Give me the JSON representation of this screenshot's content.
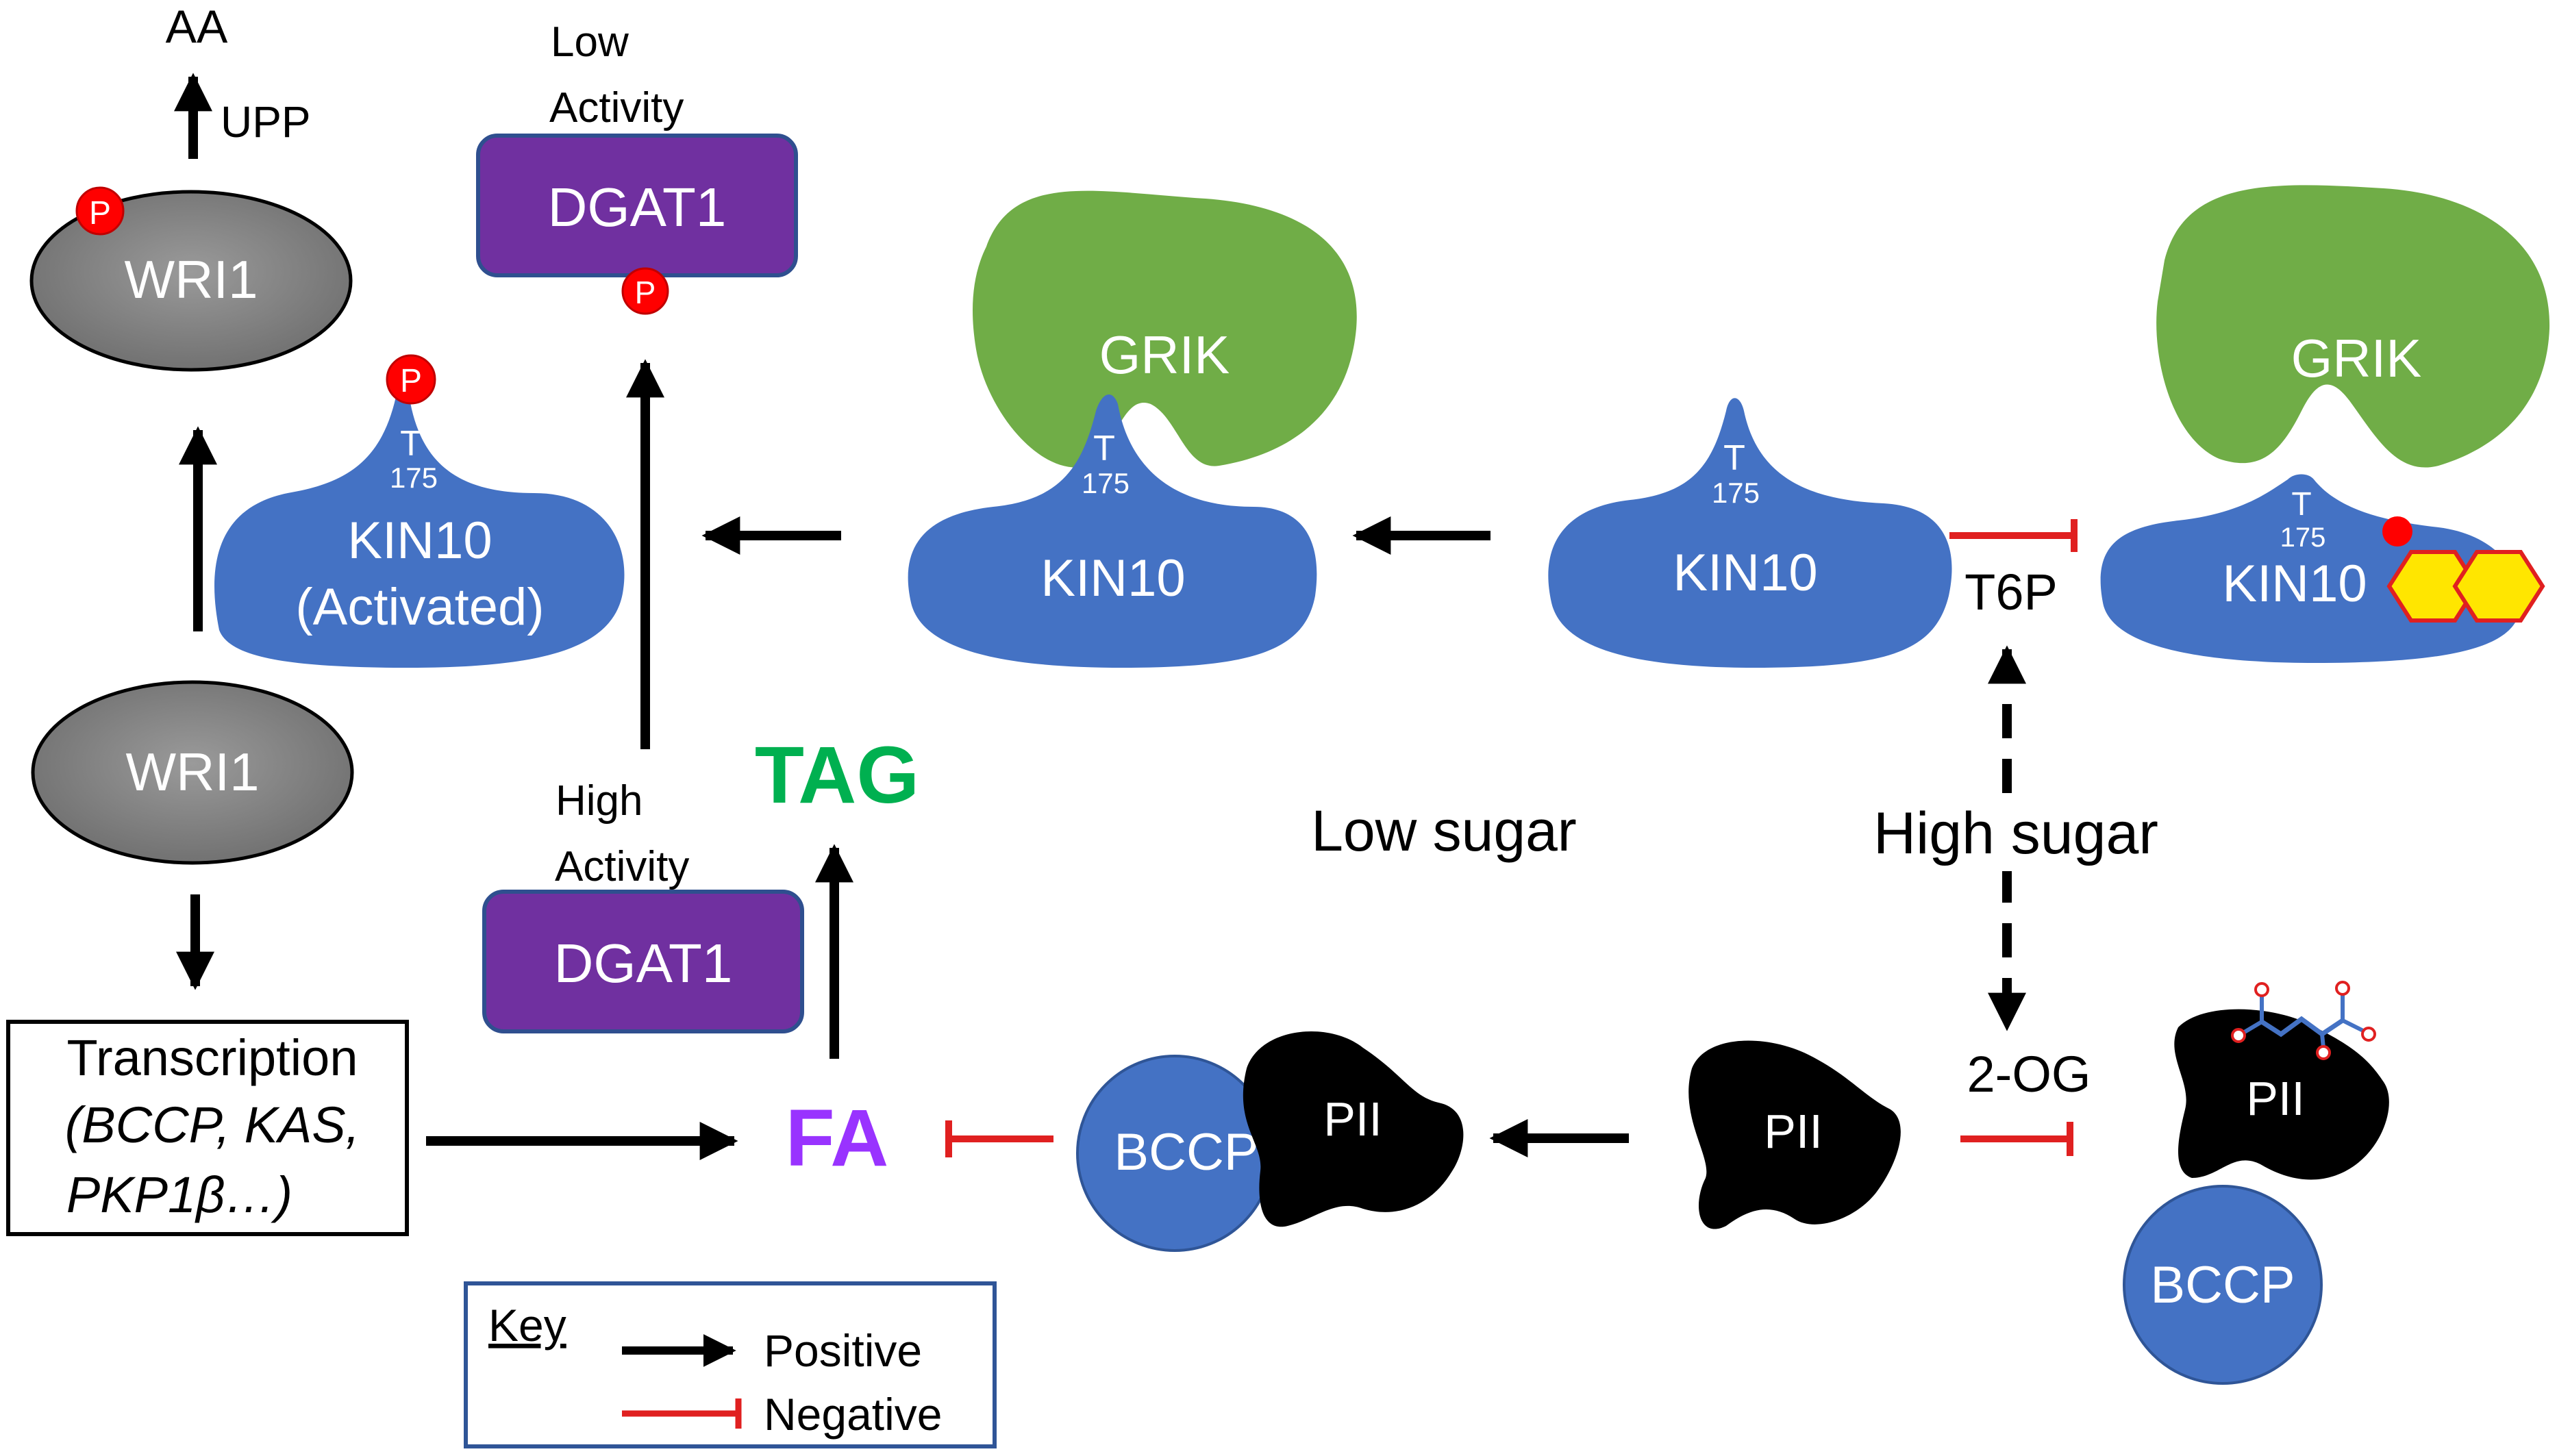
{
  "labels": {
    "aa": "AA",
    "upp": "UPP",
    "low_activity_1": "Low",
    "low_activity_2": "Activity",
    "high_activity_1": "High",
    "high_activity_2": "Activity",
    "tag": "TAG",
    "fa": "FA",
    "low_sugar": "Low sugar",
    "high_sugar": "High sugar",
    "t6p": "T6P",
    "two_og": "2-OG",
    "p": "P",
    "t": "T",
    "t_num": "175"
  },
  "nodes": {
    "wri1_top": "WRI1",
    "wri1_bottom": "WRI1",
    "dgat1_low": "DGAT1",
    "dgat1_high": "DGAT1",
    "kin10_activated_1": "KIN10",
    "kin10_activated_2": "(Activated)",
    "kin10": "KIN10",
    "grik": "GRIK",
    "pii": "PII",
    "bccp": "BCCP"
  },
  "transcription": {
    "title": "Transcription",
    "line1": "(BCCP, KAS,",
    "line2": "PKP1β…)"
  },
  "key": {
    "title": "Key",
    "positive": "Positive",
    "negative": "Negative"
  },
  "colors": {
    "kin10_blue": "#4472C4",
    "grik_green": "#70AD47",
    "dgat1_purple": "#7030A0",
    "wri1_gray": "#808080",
    "phospho_red": "#FF0000",
    "tag_green": "#00B050",
    "fa_purple": "#9933FF",
    "inhibit_red": "#E02020",
    "t6p_yellow": "#FFE600"
  }
}
